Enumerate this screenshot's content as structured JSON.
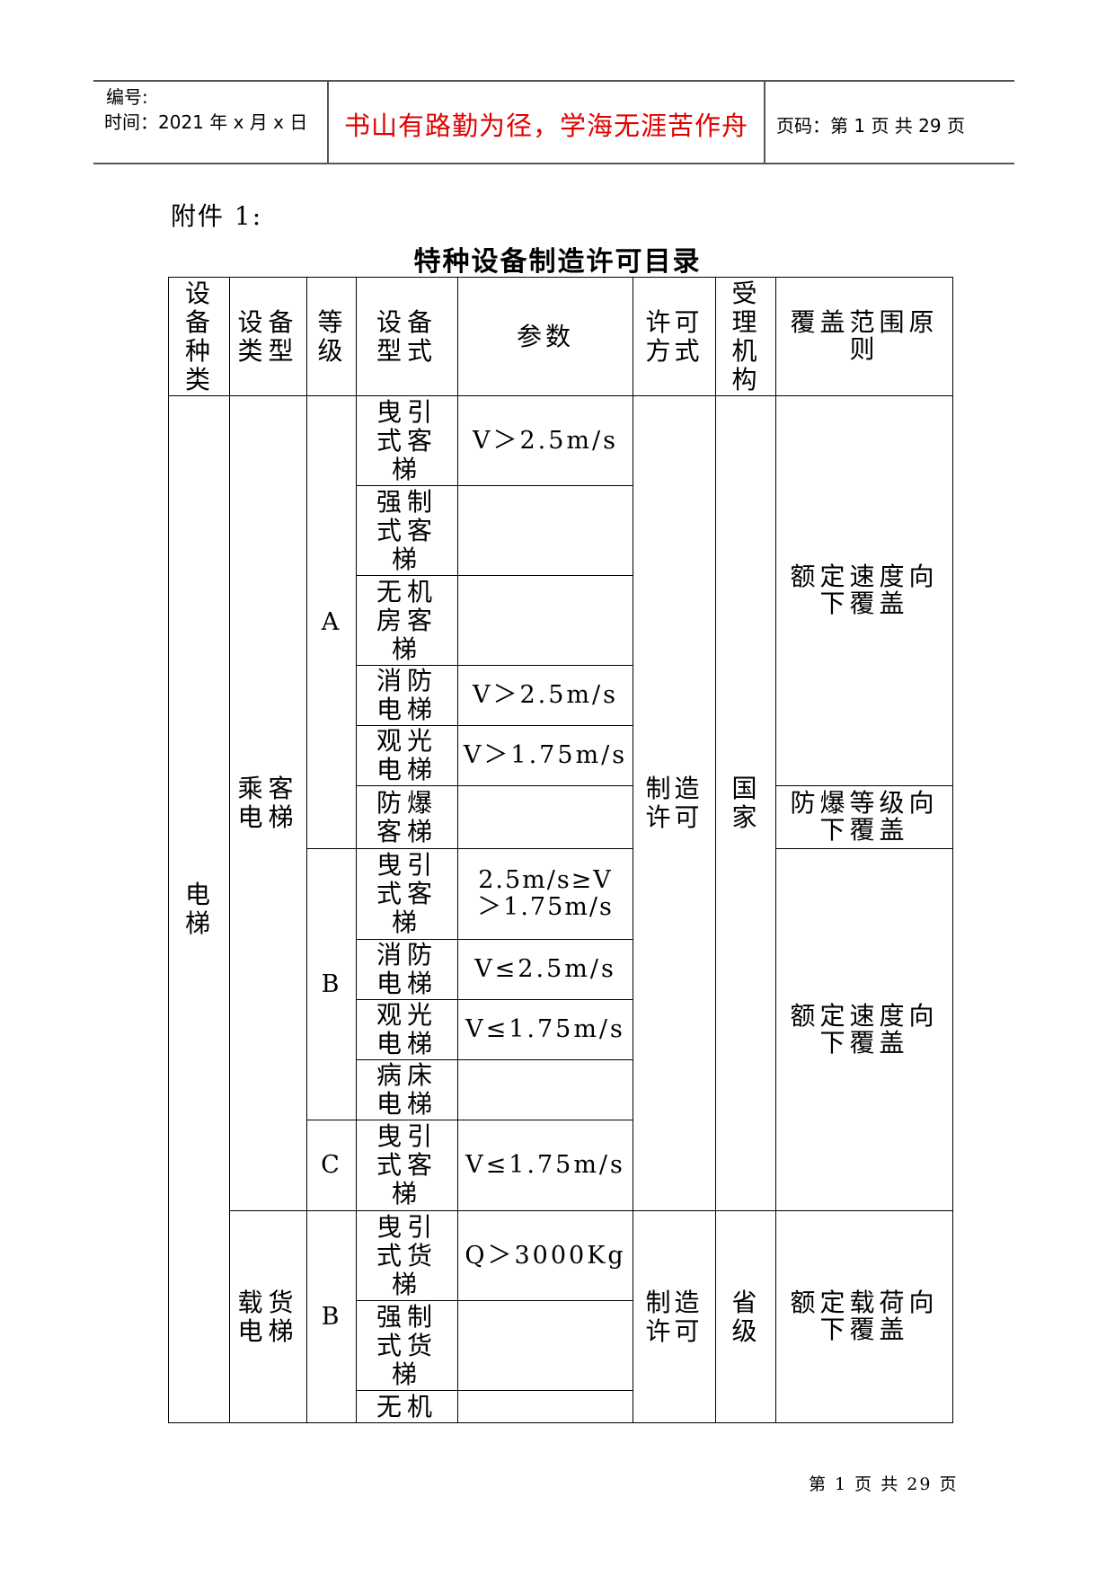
{
  "header": {
    "number_label": "编号:",
    "time_label": "时间：2021 年 x 月 x 日",
    "slogan": "书山有路勤为径，学海无涯苦作舟",
    "page_label": "页码：第 1 页  共 29 页",
    "slogan_color": "#e00000"
  },
  "attachment_label": "附件 1:",
  "document_title": "特种设备制造许可目录",
  "table": {
    "headers": [
      "设备种类",
      "设备类型",
      "等级",
      "设备型式",
      "参数",
      "许可方式",
      "受理机构",
      "覆盖范围原则"
    ],
    "category": "电梯",
    "passenger": {
      "type": "乘客电梯",
      "grade_a": "A",
      "grade_b": "B",
      "grade_c": "C",
      "rows": [
        {
          "form": "曳引式客梯",
          "param": "V＞2.5m/s"
        },
        {
          "form": "强制式客梯",
          "param": ""
        },
        {
          "form": "无机房客梯",
          "param": ""
        },
        {
          "form": "消防电梯",
          "param": "V＞2.5m/s"
        },
        {
          "form": "观光电梯",
          "param": "V＞1.75m/s"
        },
        {
          "form": "防爆客梯",
          "param": ""
        },
        {
          "form": "曳引式客梯",
          "param": "2.5m/s≥V＞1.75m/s"
        },
        {
          "form": "消防电梯",
          "param": "V≤2.5m/s"
        },
        {
          "form": "观光电梯",
          "param": "V≤1.75m/s"
        },
        {
          "form": "病床电梯",
          "param": ""
        },
        {
          "form": "曳引式客梯",
          "param": "V≤1.75m/s"
        }
      ],
      "license": "制造许可",
      "agency": "国家",
      "coverage_a": "额定速度向下覆盖",
      "coverage_explosion": "防爆等级向下覆盖",
      "coverage_b": "额定速度向下覆盖"
    },
    "freight": {
      "type": "载货电梯",
      "grade": "B",
      "rows": [
        {
          "form": "曳引式货梯",
          "param": "Q＞3000Kg"
        },
        {
          "form": "强制式货梯",
          "param": ""
        },
        {
          "form": "无机",
          "param": ""
        }
      ],
      "license": "制造许可",
      "agency": "省级",
      "coverage": "额定载荷向下覆盖"
    }
  },
  "footer": "第 1 页 共 29 页"
}
